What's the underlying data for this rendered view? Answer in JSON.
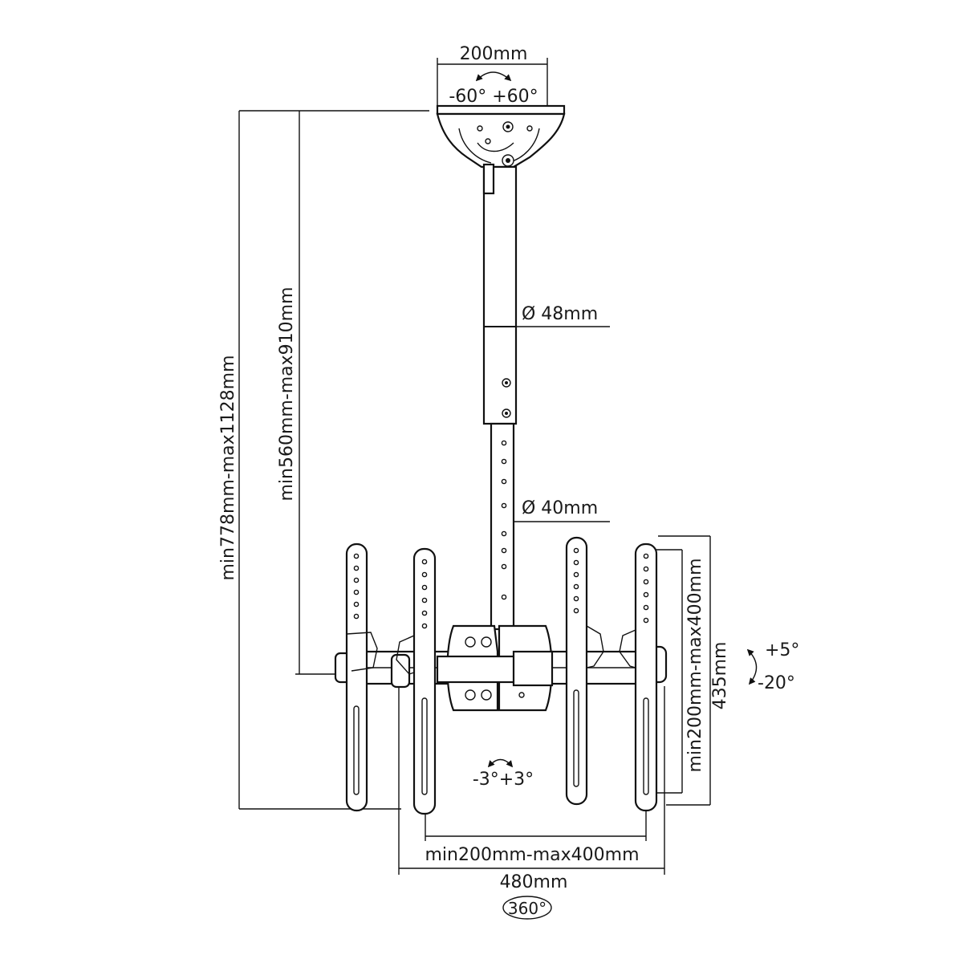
{
  "diagram": {
    "labels": {
      "top_width": "200mm",
      "top_swivel": "-60° +60°",
      "total_height": "min778mm-max1128mm",
      "pole_height": "min560mm-max910mm",
      "outer_tube": "Ø 48mm",
      "inner_tube": "Ø 40mm",
      "vesa_vertical": "min200mm-max400mm",
      "bracket_height": "435mm",
      "tilt": {
        "up": "+5°",
        "down": "-20°"
      },
      "rotation": "-3°+3°",
      "vesa_horizontal": "min200mm-max400mm",
      "bracket_width": "480mm",
      "spin": "360°"
    }
  }
}
